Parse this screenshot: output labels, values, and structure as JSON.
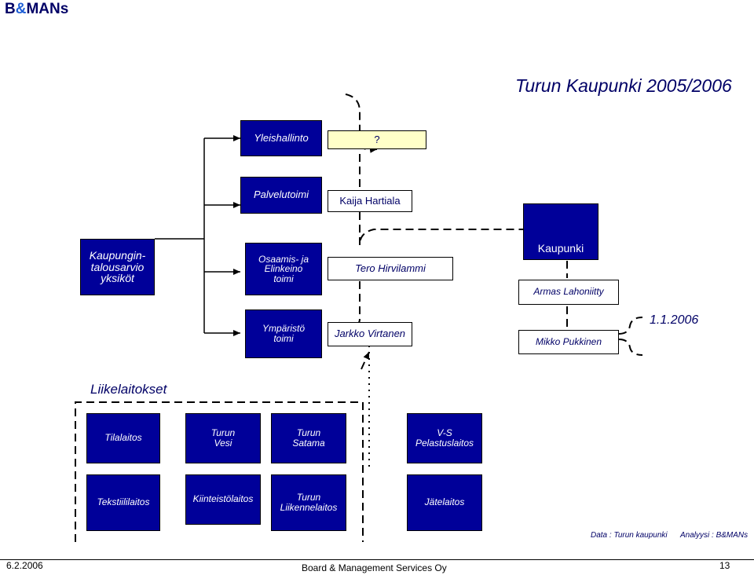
{
  "logo": {
    "b": "B",
    "amp": "&",
    "mans": "MANs"
  },
  "title": "Turun Kaupunki 2005/2006",
  "boxes": {
    "yleishallinto": "Yleishallinto",
    "question": "?",
    "palvelutoimi": "Palvelutoimi",
    "kaija": "Kaija Hartiala",
    "kaupunki": "Kaupunki",
    "kaupunginta": "Kaupungin-\ntalousarvio\nyksiköt",
    "osaamis": "Osaamis- ja\nElinkeino\ntoimi",
    "tero": "Tero Hirvilammi",
    "armas": "Armas Lahoniitty",
    "ymparisto": "Ympäristö\ntoimi",
    "jarkko": "Jarkko Virtanen",
    "mikko": "Mikko Pukkinen"
  },
  "date_note": "1.1.2006",
  "liikelaitokset": {
    "heading": "Liikelaitokset",
    "row1": [
      "Tilalaitos",
      "Turun\nVesi",
      "Turun\nSatama",
      "V-S\nPelastuslaitos"
    ],
    "row2": [
      "Tekstiililaitos",
      "Kiinteistölaitos",
      "Turun\nLiikennelaitos",
      "Jätelaitos"
    ]
  },
  "source": {
    "data": "Data : Turun kaupunki",
    "analysis": "Analyysi : B&MANs"
  },
  "footer": {
    "date": "6.2.2006",
    "company": "Board & Management Services Oy",
    "page": "13"
  },
  "colors": {
    "box_blue": "#000099",
    "text_navy": "#000066",
    "highlight_yellow": "#ffffc8"
  }
}
